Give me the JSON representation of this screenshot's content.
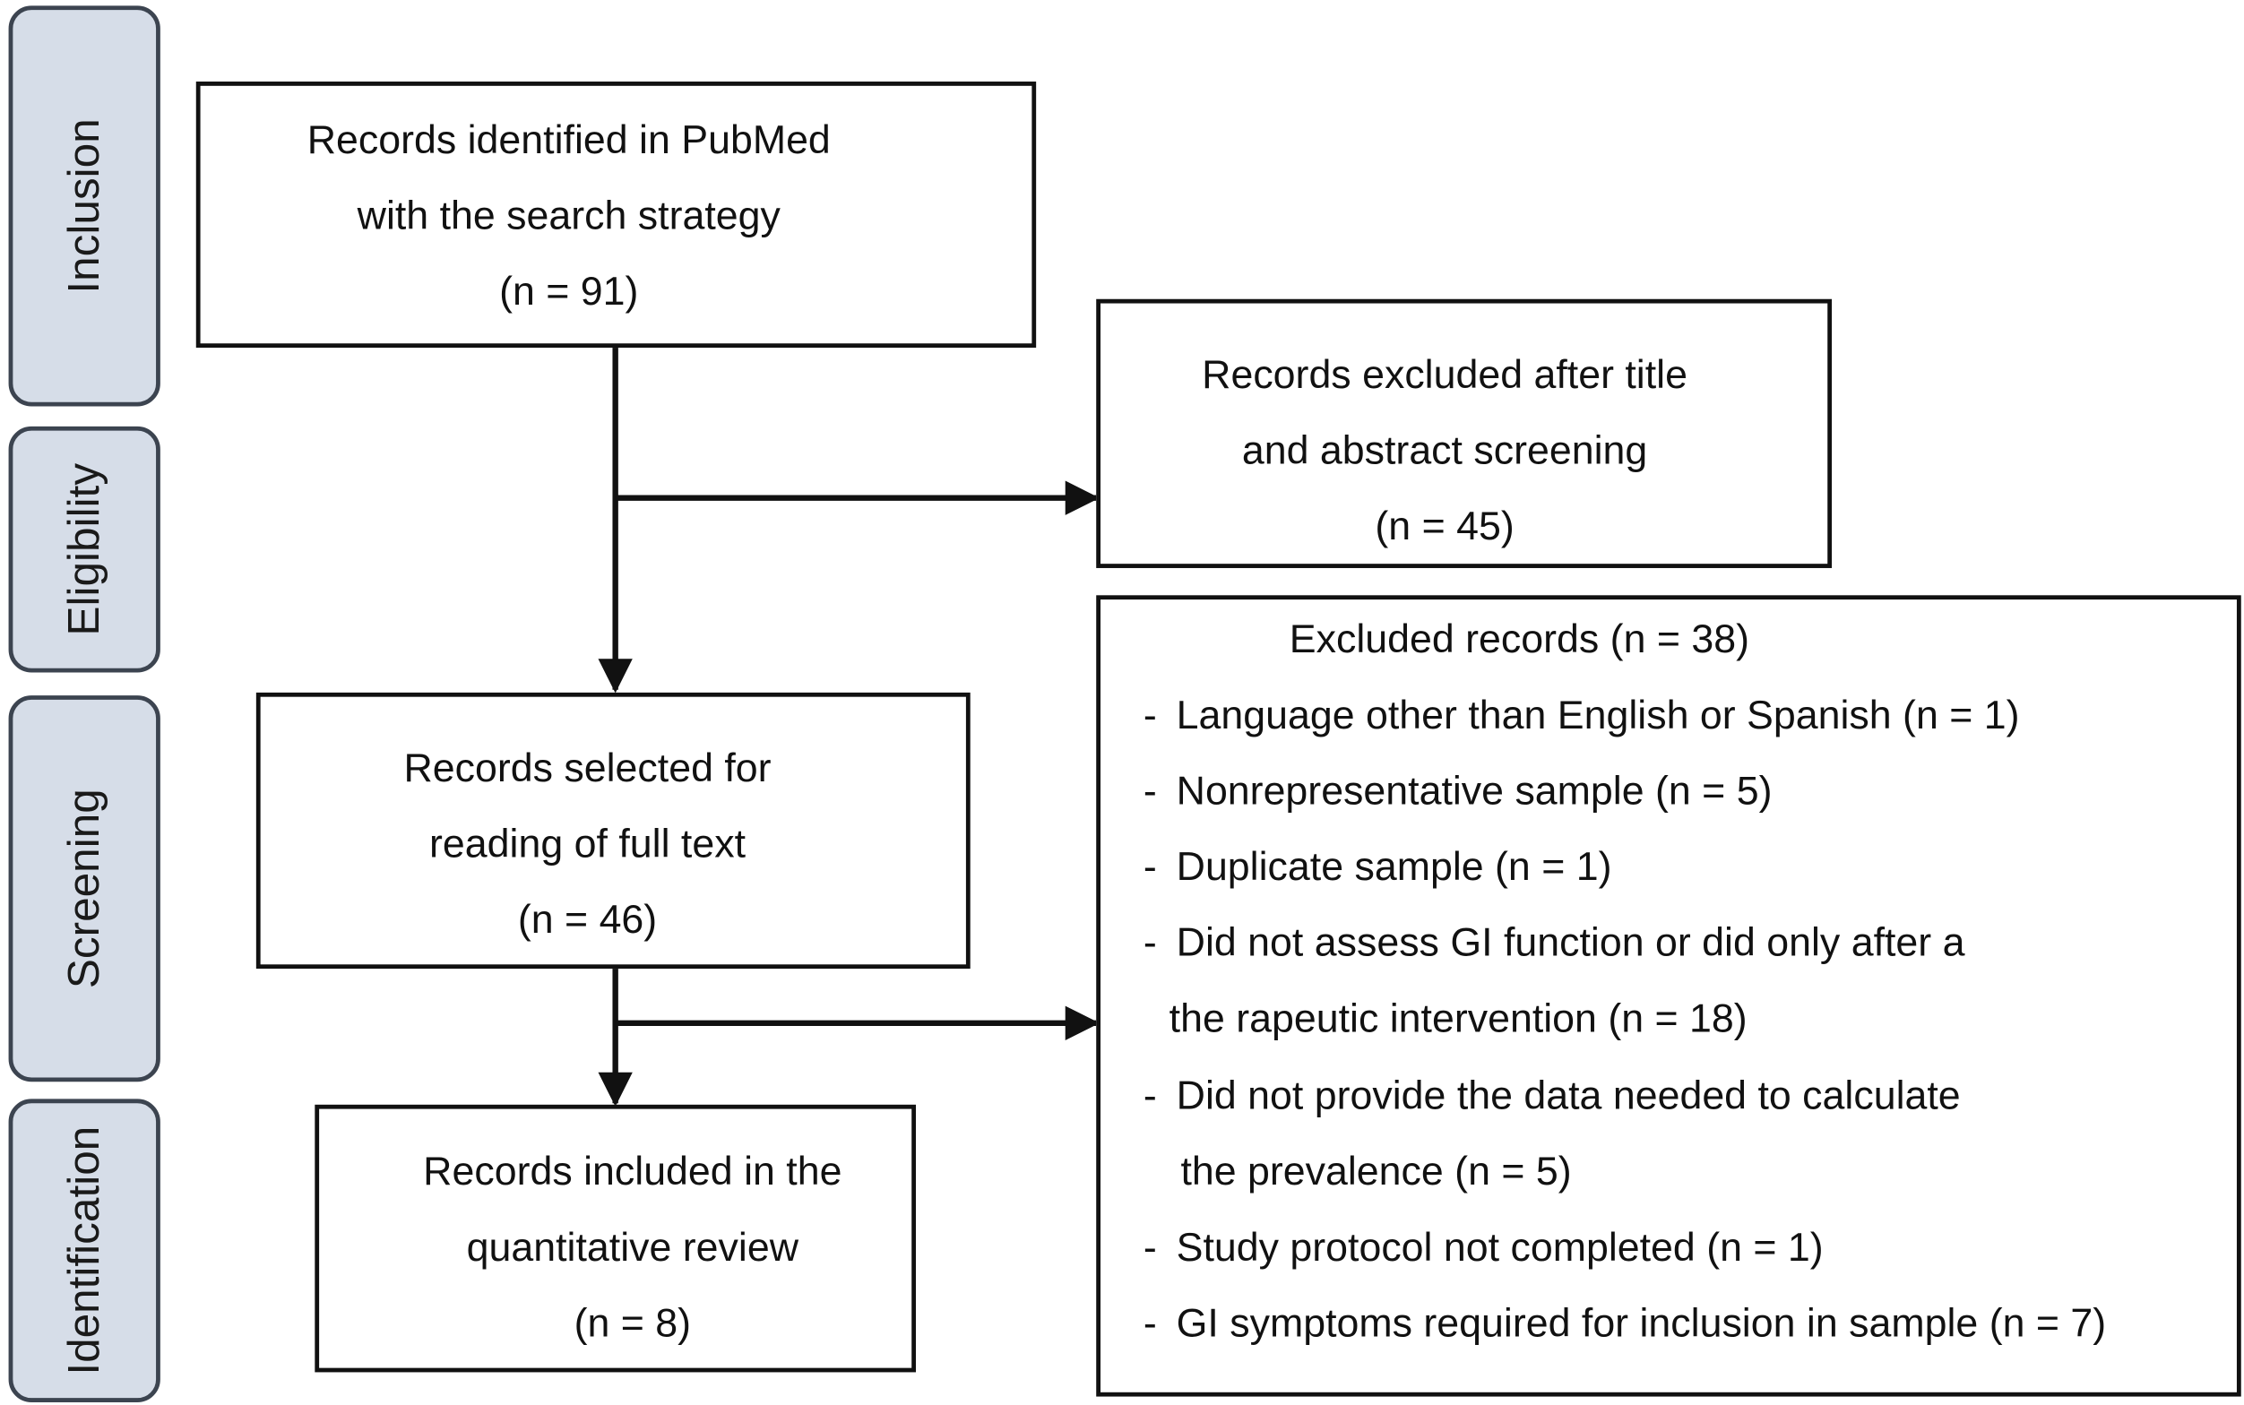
{
  "phases": [
    "Inclusion",
    "Eligibility",
    "Screening",
    "Identification"
  ],
  "identified": {
    "lines": [
      "Records identified in PubMed",
      "with the search strategy"
    ],
    "count": "(n = 91)"
  },
  "excluded_title": {
    "lines": [
      "Records excluded after title",
      "and abstract screening"
    ],
    "count": "(n = 45)"
  },
  "selected": {
    "lines": [
      "Records selected for",
      "reading of full text"
    ],
    "count": "(n = 46)"
  },
  "excluded_records": {
    "title": "Excluded records (n = 38)",
    "items": [
      [
        "Language other than English or Spanish (n = 1)"
      ],
      [
        "Nonrepresentative sample (n = 5)"
      ],
      [
        "Duplicate sample (n = 1)"
      ],
      [
        "Did not assess GI function or did only after a",
        "the rapeutic intervention (n = 18)"
      ],
      [
        "Did not provide the data needed to calculate",
        "the prevalence (n = 5)"
      ],
      [
        "Study protocol not completed (n = 1)"
      ],
      [
        "GI symptoms required for inclusion in sample (n = 7)"
      ]
    ]
  },
  "included": {
    "lines": [
      "Records included in the",
      "quantitative review"
    ],
    "count": "(n = 8)"
  }
}
